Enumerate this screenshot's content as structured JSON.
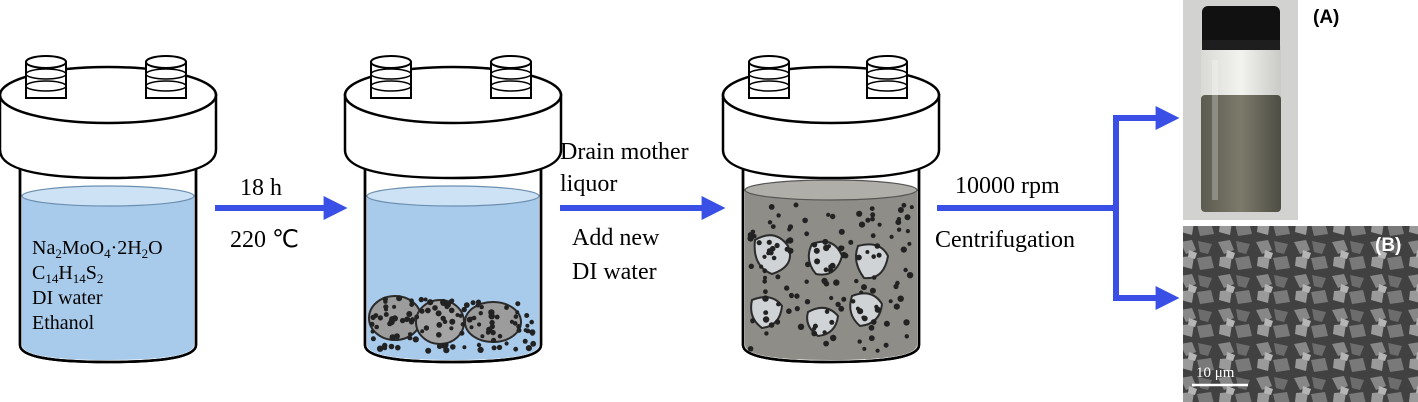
{
  "reagents": [
    "Na2MoO4·2H2O",
    "C14H14S2",
    "DI water",
    "Ethanol"
  ],
  "step1": {
    "time": "18 h",
    "temperature": "220 ℃"
  },
  "step2": {
    "line1": "Drain mother",
    "line2": "liquor",
    "line3": "Add new",
    "line4": "DI water"
  },
  "step3": {
    "speed": "10000 rpm",
    "method": "Centrifugation"
  },
  "panels": {
    "a_label": "(A)",
    "b_label": "(B)",
    "b_scale": "10 μm"
  },
  "colors": {
    "arrow": "#3a4fe6",
    "liquid": "#a9cbeb",
    "slurry": "#8f8d88",
    "particle": "#222222"
  }
}
